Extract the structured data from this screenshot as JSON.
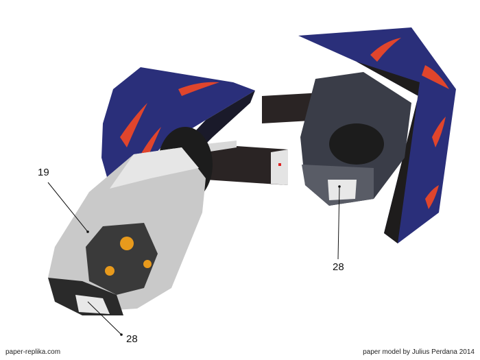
{
  "callouts": {
    "part_19": "19",
    "part_28_right": "28",
    "part_28_bottom": "28"
  },
  "footer": {
    "site": "paper-replika.com",
    "credit": "paper model by Julius Perdana 2014"
  },
  "colors": {
    "wing_blue": "#2a2f7a",
    "flame_red": "#e0452c",
    "hull_grey": "#c9c9c9",
    "frame_black": "#1e1c1c",
    "accent_orange": "#e89a1c"
  }
}
